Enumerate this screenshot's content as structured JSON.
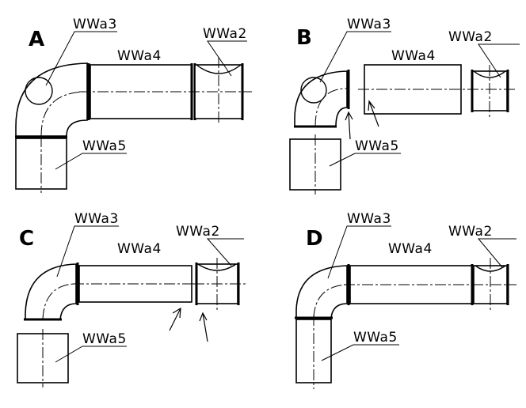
{
  "panels": [
    {
      "letter": "A",
      "labels": {
        "elbow": "WWa3",
        "straight": "WWa4",
        "short": "WWa2",
        "vertical": "WWa5"
      }
    },
    {
      "letter": "B",
      "labels": {
        "elbow": "WWa3",
        "straight": "WWa4",
        "short": "WWa2",
        "vertical": "WWa5"
      }
    },
    {
      "letter": "C",
      "labels": {
        "elbow": "WWa3",
        "straight": "WWa4",
        "short": "WWa2",
        "vertical": "WWa5"
      }
    },
    {
      "letter": "D",
      "labels": {
        "elbow": "WWa3",
        "straight": "WWa4",
        "short": "WWa2",
        "vertical": "WWa5"
      }
    }
  ]
}
